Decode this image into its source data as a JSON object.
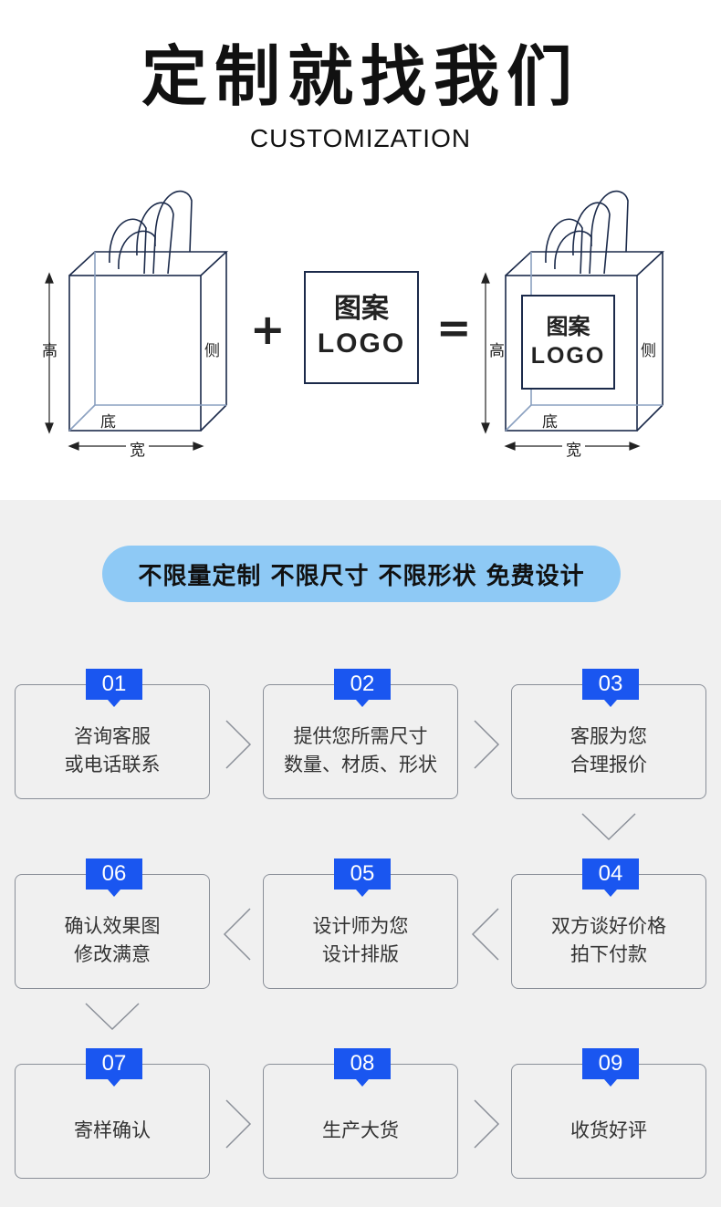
{
  "header": {
    "title": "定制就找我们",
    "subtitle": "CUSTOMIZATION"
  },
  "diagram": {
    "bag_labels": {
      "height": "高",
      "side": "侧",
      "bottom": "底",
      "width": "宽"
    },
    "plus": "+",
    "equals": "=",
    "logo_line1": "图案",
    "logo_line2": "LOGO"
  },
  "banner": "不限量定制 不限尺寸 不限形状 免费设计",
  "steps": [
    {
      "num": "01",
      "line1": "咨询客服",
      "line2": "或电话联系"
    },
    {
      "num": "02",
      "line1": "提供您所需尺寸",
      "line2": "数量、材质、形状"
    },
    {
      "num": "03",
      "line1": "客服为您",
      "line2": "合理报价"
    },
    {
      "num": "04",
      "line1": "双方谈好价格",
      "line2": "拍下付款"
    },
    {
      "num": "05",
      "line1": "设计师为您",
      "line2": "设计排版"
    },
    {
      "num": "06",
      "line1": "确认效果图",
      "line2": "修改满意"
    },
    {
      "num": "07",
      "line1": "寄样确认",
      "line2": ""
    },
    {
      "num": "08",
      "line1": "生产大货",
      "line2": ""
    },
    {
      "num": "09",
      "line1": "收货好评",
      "line2": ""
    }
  ],
  "colors": {
    "badge": "#1a56f0",
    "banner": "#8ec9f5",
    "bottom_bg": "#f0f0f0"
  }
}
